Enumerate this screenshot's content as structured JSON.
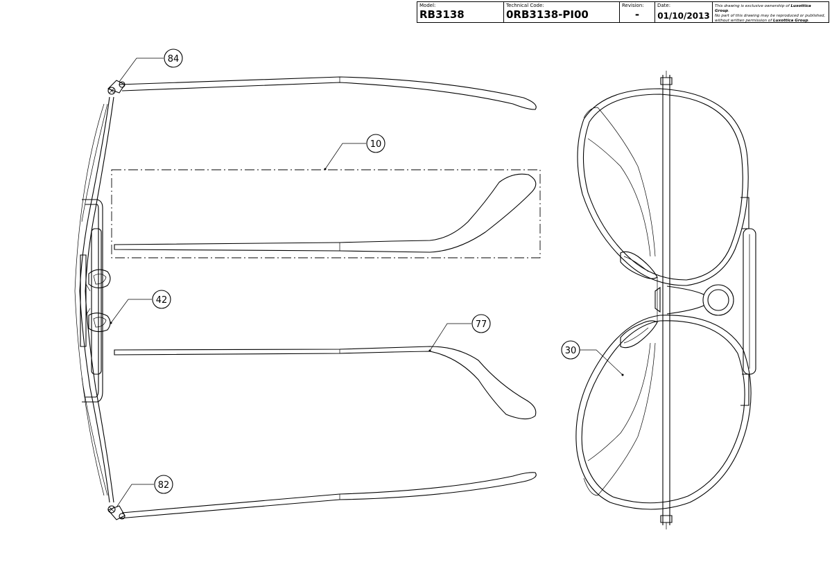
{
  "title_block": {
    "model_label": "Model:",
    "model_value": "RB3138",
    "code_label": "Technical Code:",
    "code_value": "0RB3138-PI00",
    "revision_label": "Revision:",
    "revision_value": "-",
    "date_label": "Date:",
    "date_value": "01/10/2013",
    "ownership_line1_pre": "This drawing is exclusive ownership of ",
    "ownership_company": "Luxottica Group",
    "ownership_line1_post": ".",
    "ownership_line2": "No part of this drawing may be reproduced or published,",
    "ownership_line3_pre": "without written permission of ",
    "ownership_line3_post": "."
  },
  "callouts": {
    "temple_tip": "84",
    "temple_insert": "10",
    "nose_pad": "42",
    "temple_end": "77",
    "hinge": "82",
    "lens": "30"
  }
}
